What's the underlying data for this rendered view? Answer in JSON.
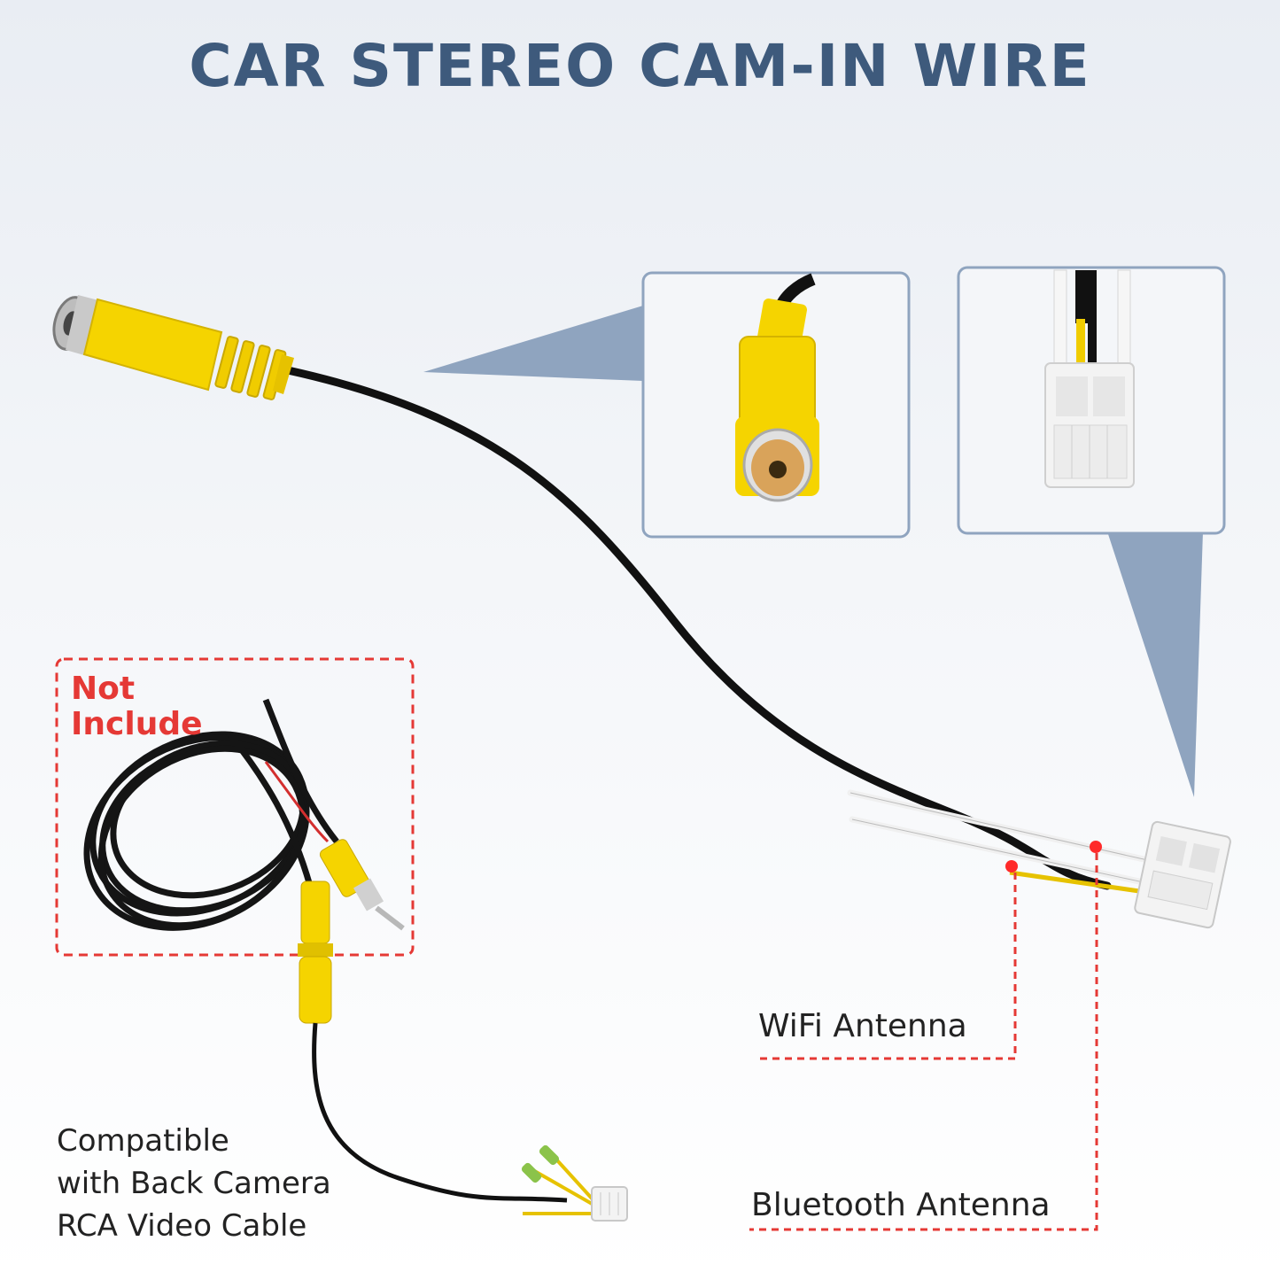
{
  "title": "CAR STEREO CAM-IN WIRE",
  "not_include": {
    "line1": "Not",
    "line2": "Include"
  },
  "compatible_note": {
    "line1": "Compatible",
    "line2": "with Back Camera",
    "line3": "RCA Video Cable"
  },
  "callouts": {
    "wifi": "WiFi Antenna",
    "bluetooth": "Bluetooth Antenna"
  },
  "colors": {
    "title": "#3e5a7c",
    "accent_red": "#e53935",
    "callout_blue": "#8fa4bf",
    "connector_yellow": "#f5d400"
  }
}
